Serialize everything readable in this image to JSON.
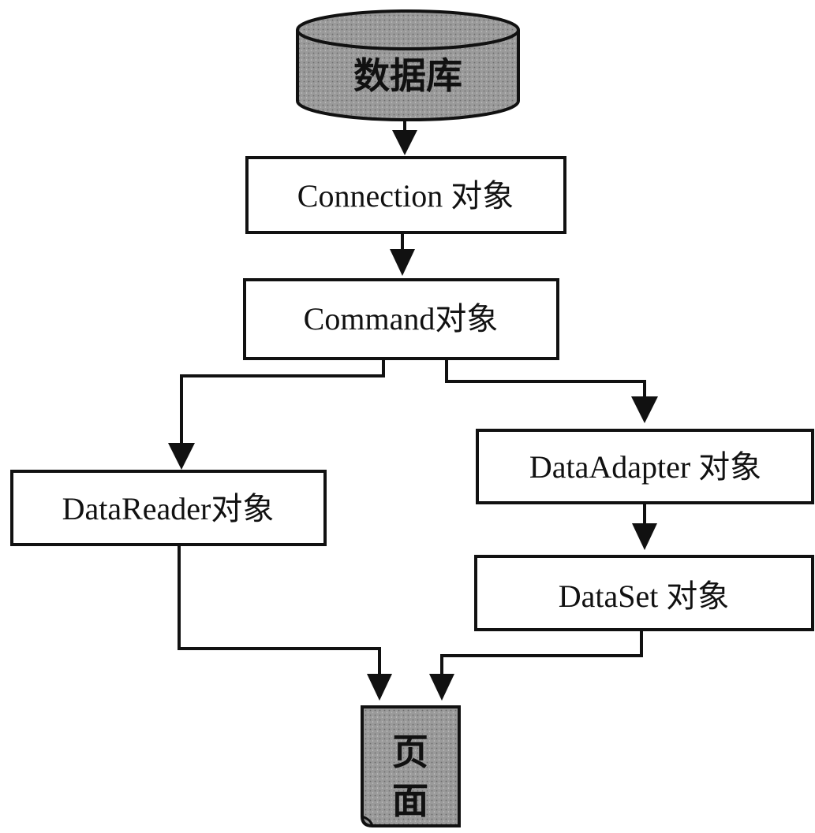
{
  "nodes": {
    "database": "数据库",
    "connection": "Connection 对象",
    "command": "Command对象",
    "datareader": "DataReader对象",
    "dataadapter": "DataAdapter 对象",
    "dataset": "DataSet 对象",
    "page_line1": "页",
    "page_line2": "面"
  },
  "colors": {
    "stroke": "#111111",
    "shade": "#9a9a9a",
    "background": "#ffffff"
  }
}
